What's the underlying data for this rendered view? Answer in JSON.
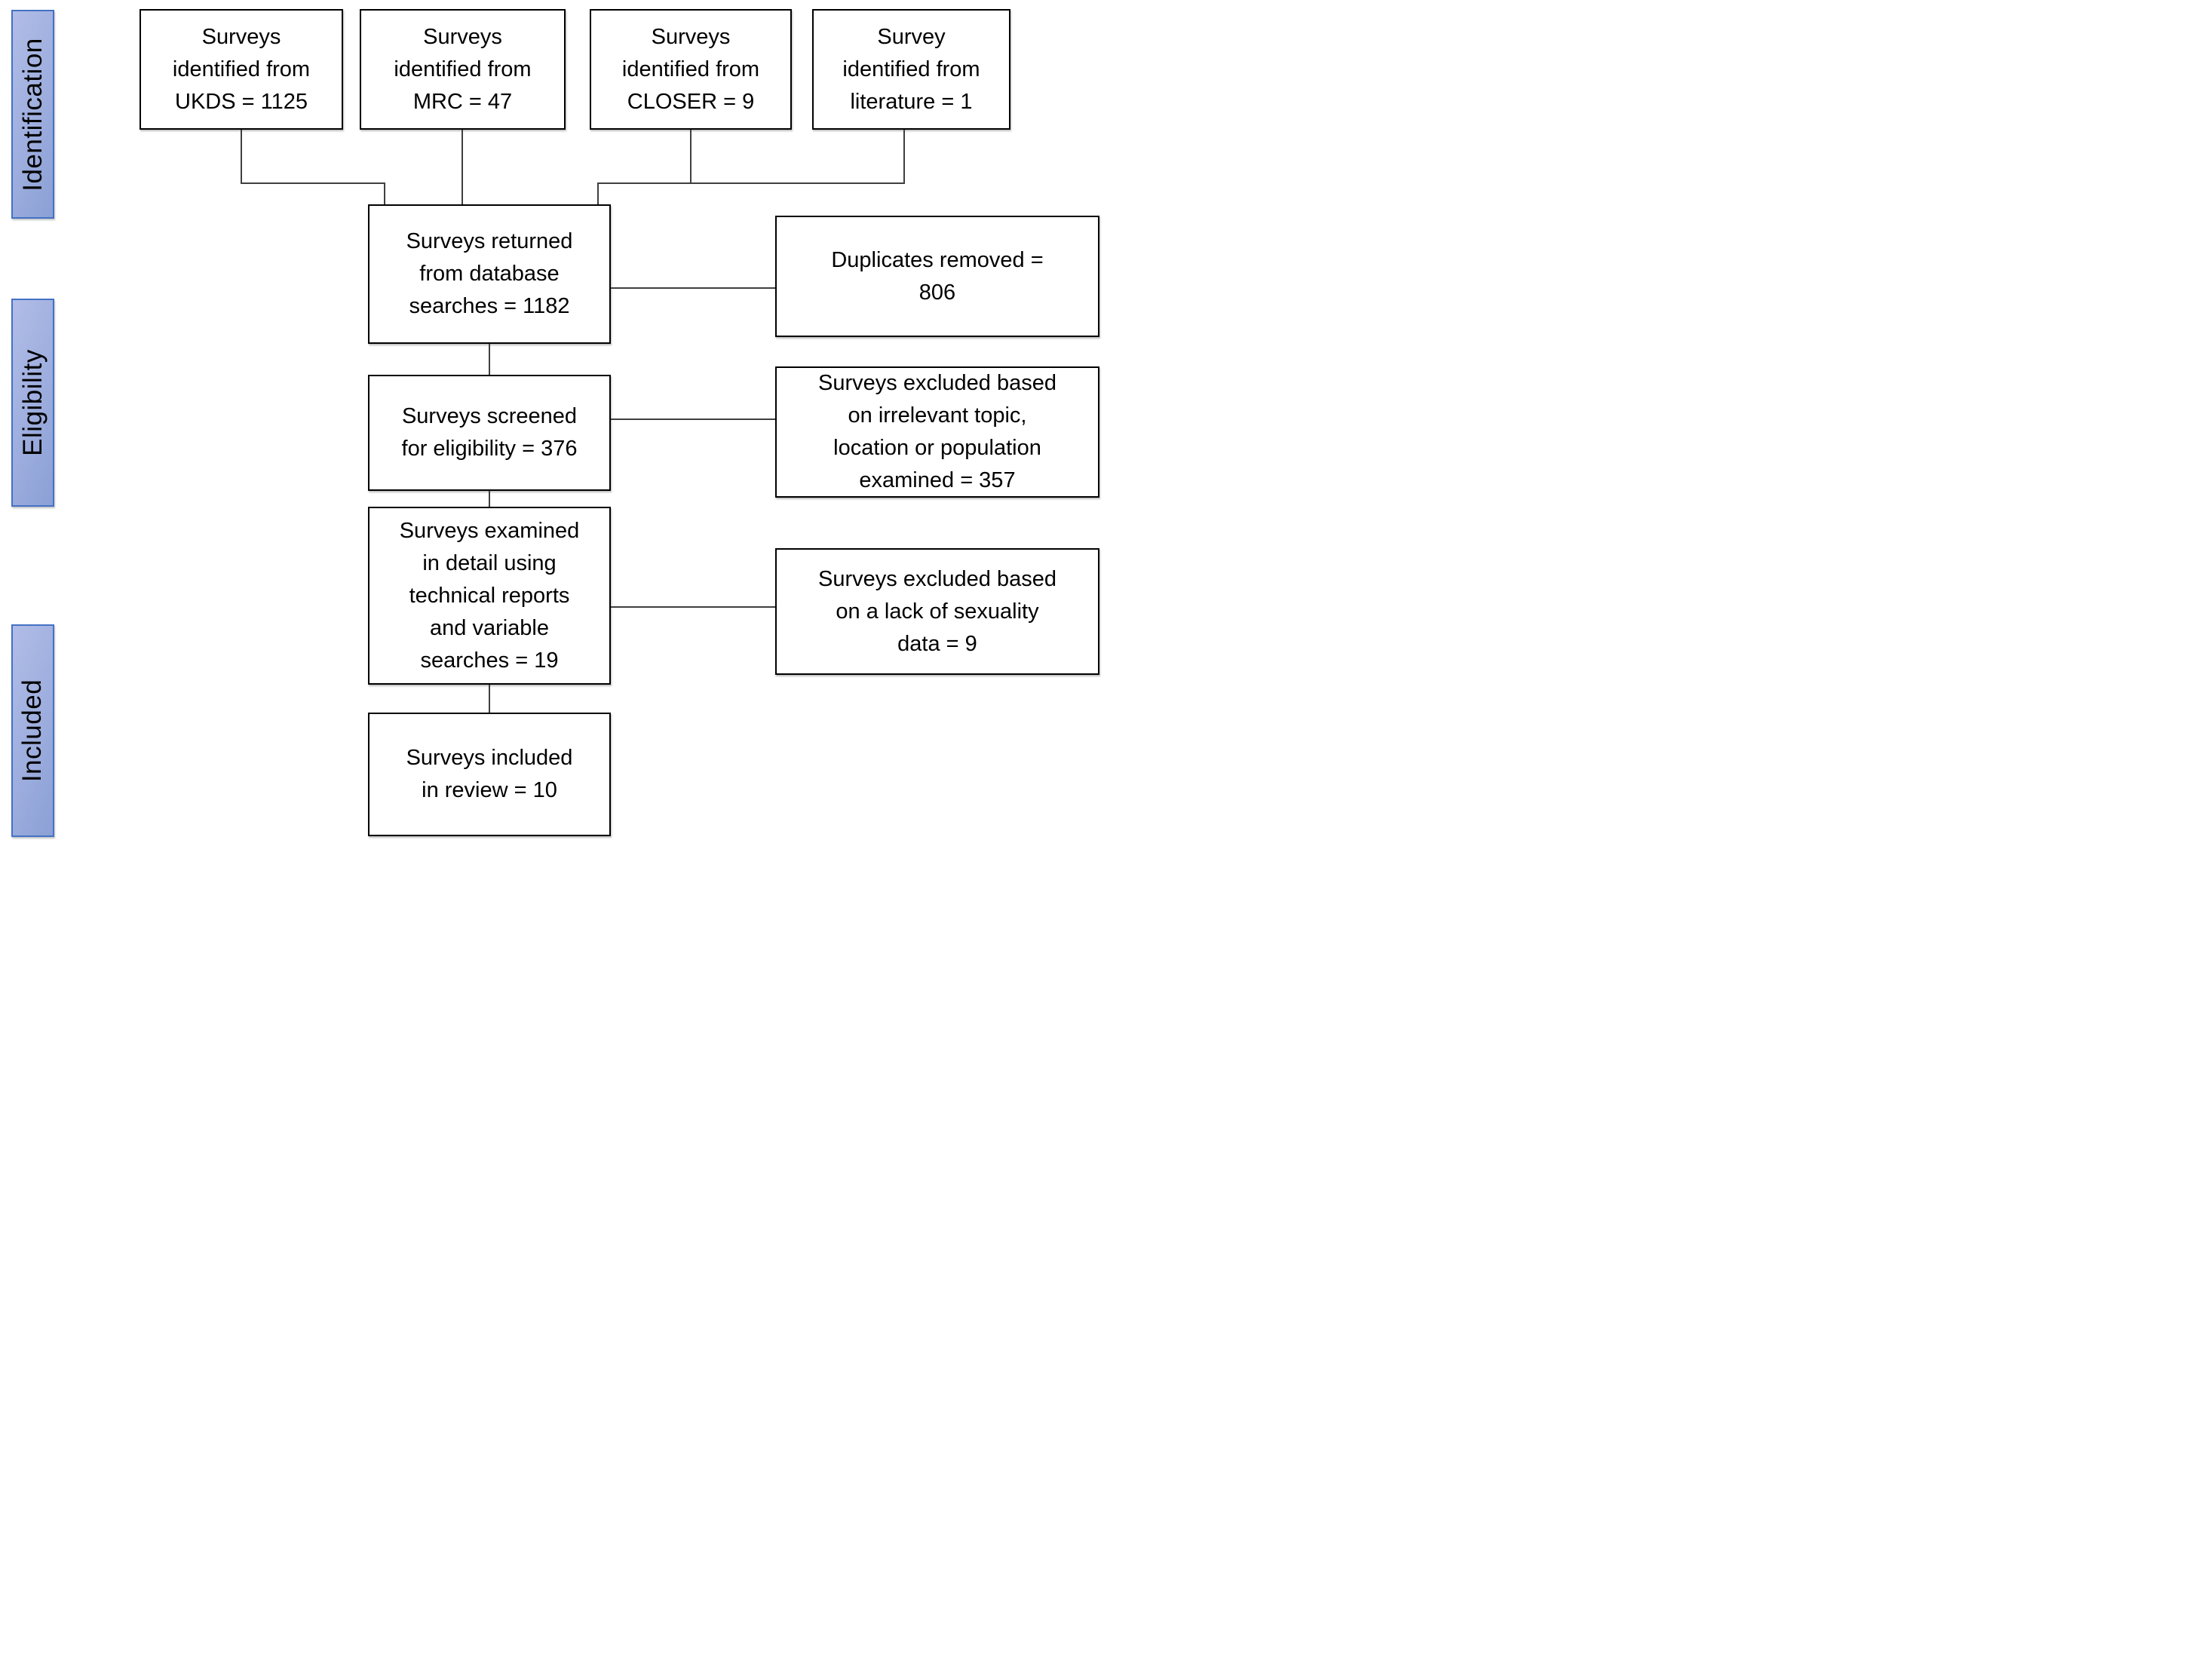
{
  "palette": {
    "background": "#ffffff",
    "box_border": "#000000",
    "text_color": "#000000",
    "connector_color": "#3f3f3f",
    "stage_bar_fill_start": "#b2bde7",
    "stage_bar_fill_end": "#8ba0d6",
    "stage_bar_border": "#4472c4"
  },
  "stages": [
    {
      "label": "Identification"
    },
    {
      "label": "Eligibility"
    },
    {
      "label": "Included"
    }
  ],
  "boxes": {
    "ukds": "Surveys\nidentified from\nUKDS = 1125",
    "mrc": "Surveys\nidentified from\nMRC = 47",
    "closer": "Surveys\nidentified from\nCLOSER = 9",
    "literature": "Survey\nidentified from\nliterature = 1",
    "returned": "Surveys returned\nfrom database\nsearches = 1182",
    "duplicates": "Duplicates removed =\n806",
    "screened": "Surveys screened\nfor eligibility = 376",
    "excluded_topic": "Surveys excluded based\non irrelevant topic,\nlocation or population\nexamined = 357",
    "examined": "Surveys examined\nin detail using\ntechnical reports\nand variable\nsearches = 19",
    "excluded_sexuality": "Surveys excluded based\non a lack of sexuality\ndata = 9",
    "included_review": "Surveys included\nin review = 10"
  }
}
